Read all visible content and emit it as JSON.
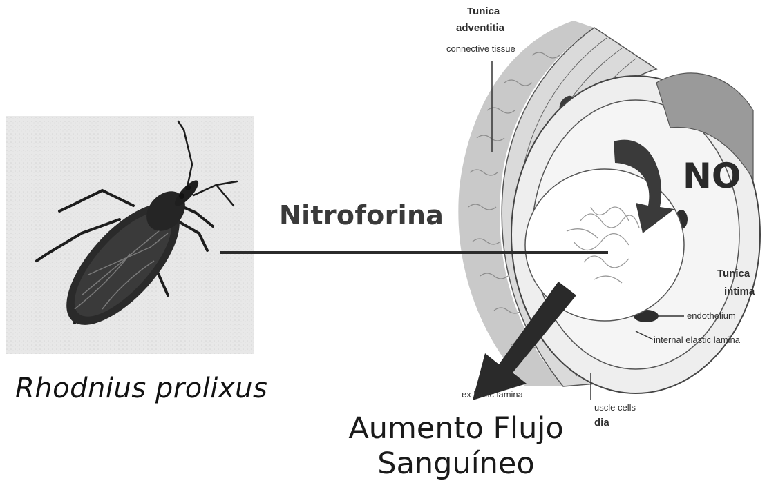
{
  "species_name": "Rhodnius prolixus",
  "protein_label": "Nitroforina",
  "molecule_label": "NO",
  "effect_label": {
    "line1": "Aumento Flujo",
    "line2": "Sanguíneo"
  },
  "vessel_labels": {
    "tunica_adventitia_line1": "Tunica",
    "tunica_adventitia_line2": "adventitia",
    "connective_tissue": "connective tissue",
    "tunica_intima_line1": "Tunica",
    "tunica_intima_line2": "intima",
    "endothelium": "endothelium",
    "internal_elastic_lamina": "internal elastic lamina",
    "external_elastic_lamina": "ex     lastic lamina",
    "muscle_cells": "uscle cells",
    "media": "dia"
  }
}
